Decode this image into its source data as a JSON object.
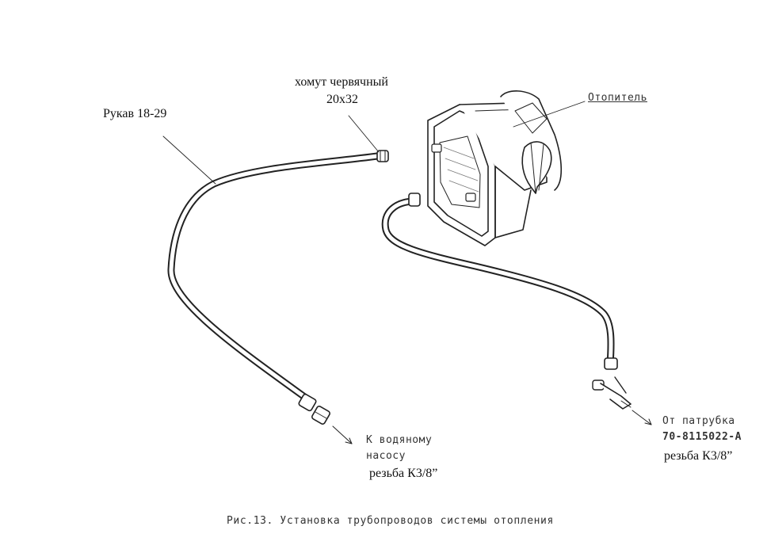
{
  "labels": {
    "clamp_line1": "хомут червячный",
    "clamp_line2": "20х32",
    "hose": "Рукав 18-29",
    "heater": "Отопитель",
    "to_pump_line1": "К водяному",
    "to_pump_line2": "насосу",
    "thread_left": "резьба К3/8”",
    "from_pipe_line1": "От патрубка",
    "from_pipe_line2": "70-8115022-А",
    "thread_right": "резьба К3/8”"
  },
  "caption": "Рис.13. Установка трубопроводов системы отопления",
  "colors": {
    "ink": "#222222",
    "paper": "#ffffff"
  }
}
